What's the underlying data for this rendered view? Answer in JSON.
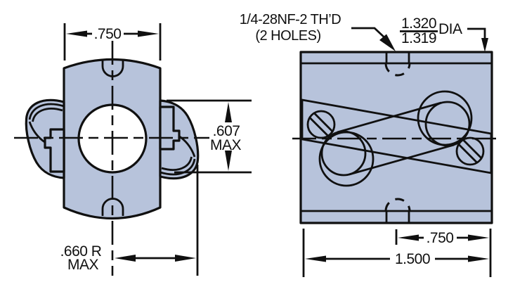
{
  "drawing_title": "two-view coupling dimension drawing",
  "colors": {
    "part_fill": "#b7c3db",
    "line": "#101010",
    "background": "#ffffff"
  },
  "front_view": {
    "dim_width": ".750",
    "dim_height_value": ".607",
    "dim_height_qualifier": "MAX",
    "dim_radius_value": ".660 R",
    "dim_radius_qualifier": "MAX"
  },
  "side_view": {
    "thread_callout_line1": "1/4-28NF-2 TH’D",
    "thread_callout_line2": "(2 HOLES)",
    "dia_upper": "1.320",
    "dia_lower": "1.319",
    "dia_suffix": "DIA",
    "dim_half_width": ".750",
    "dim_full_width": "1.500"
  }
}
